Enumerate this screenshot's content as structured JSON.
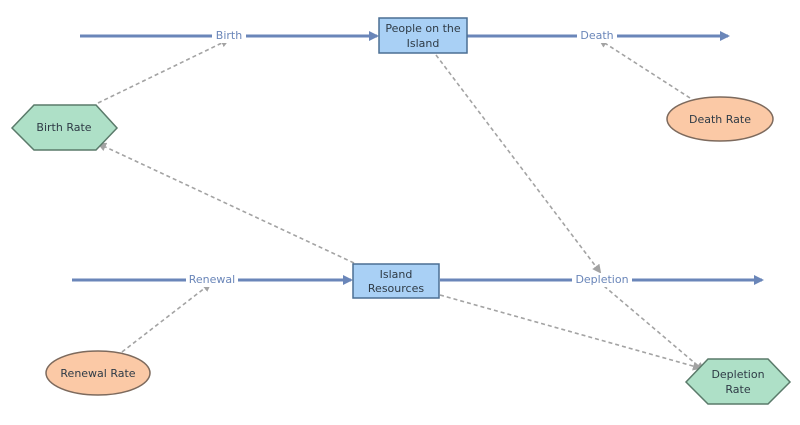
{
  "stocks": {
    "people": {
      "label_line1": "People on the",
      "label_line2": "Island"
    },
    "resources": {
      "label_line1": "Island",
      "label_line2": "Resources"
    }
  },
  "flows": {
    "birth": "Birth",
    "death": "Death",
    "renewal": "Renewal",
    "depletion": "Depletion"
  },
  "variables": {
    "birth_rate": "Birth Rate",
    "death_rate": "Death Rate",
    "renewal_rate": "Renewal Rate",
    "depletion_rate": {
      "line1": "Depletion",
      "line2": "Rate"
    }
  },
  "colors": {
    "flow": "#6a86b9",
    "link": "#a3a3a3",
    "stock_fill": "#a9d0f5",
    "variable_fill": "#aee0c7",
    "constant_fill": "#fbc9a6"
  }
}
